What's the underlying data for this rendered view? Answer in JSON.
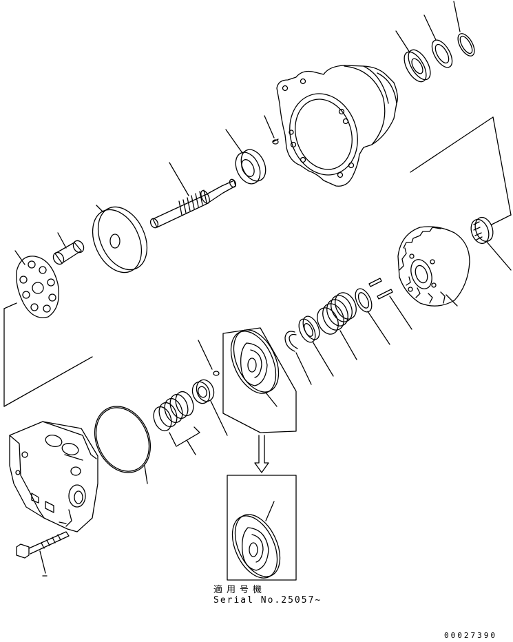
{
  "applicability": {
    "title": "適用号機",
    "serial": "Serial No.25057~"
  },
  "drawing_number": "00027390",
  "colors": {
    "line": "#000000",
    "background": "#ffffff"
  }
}
